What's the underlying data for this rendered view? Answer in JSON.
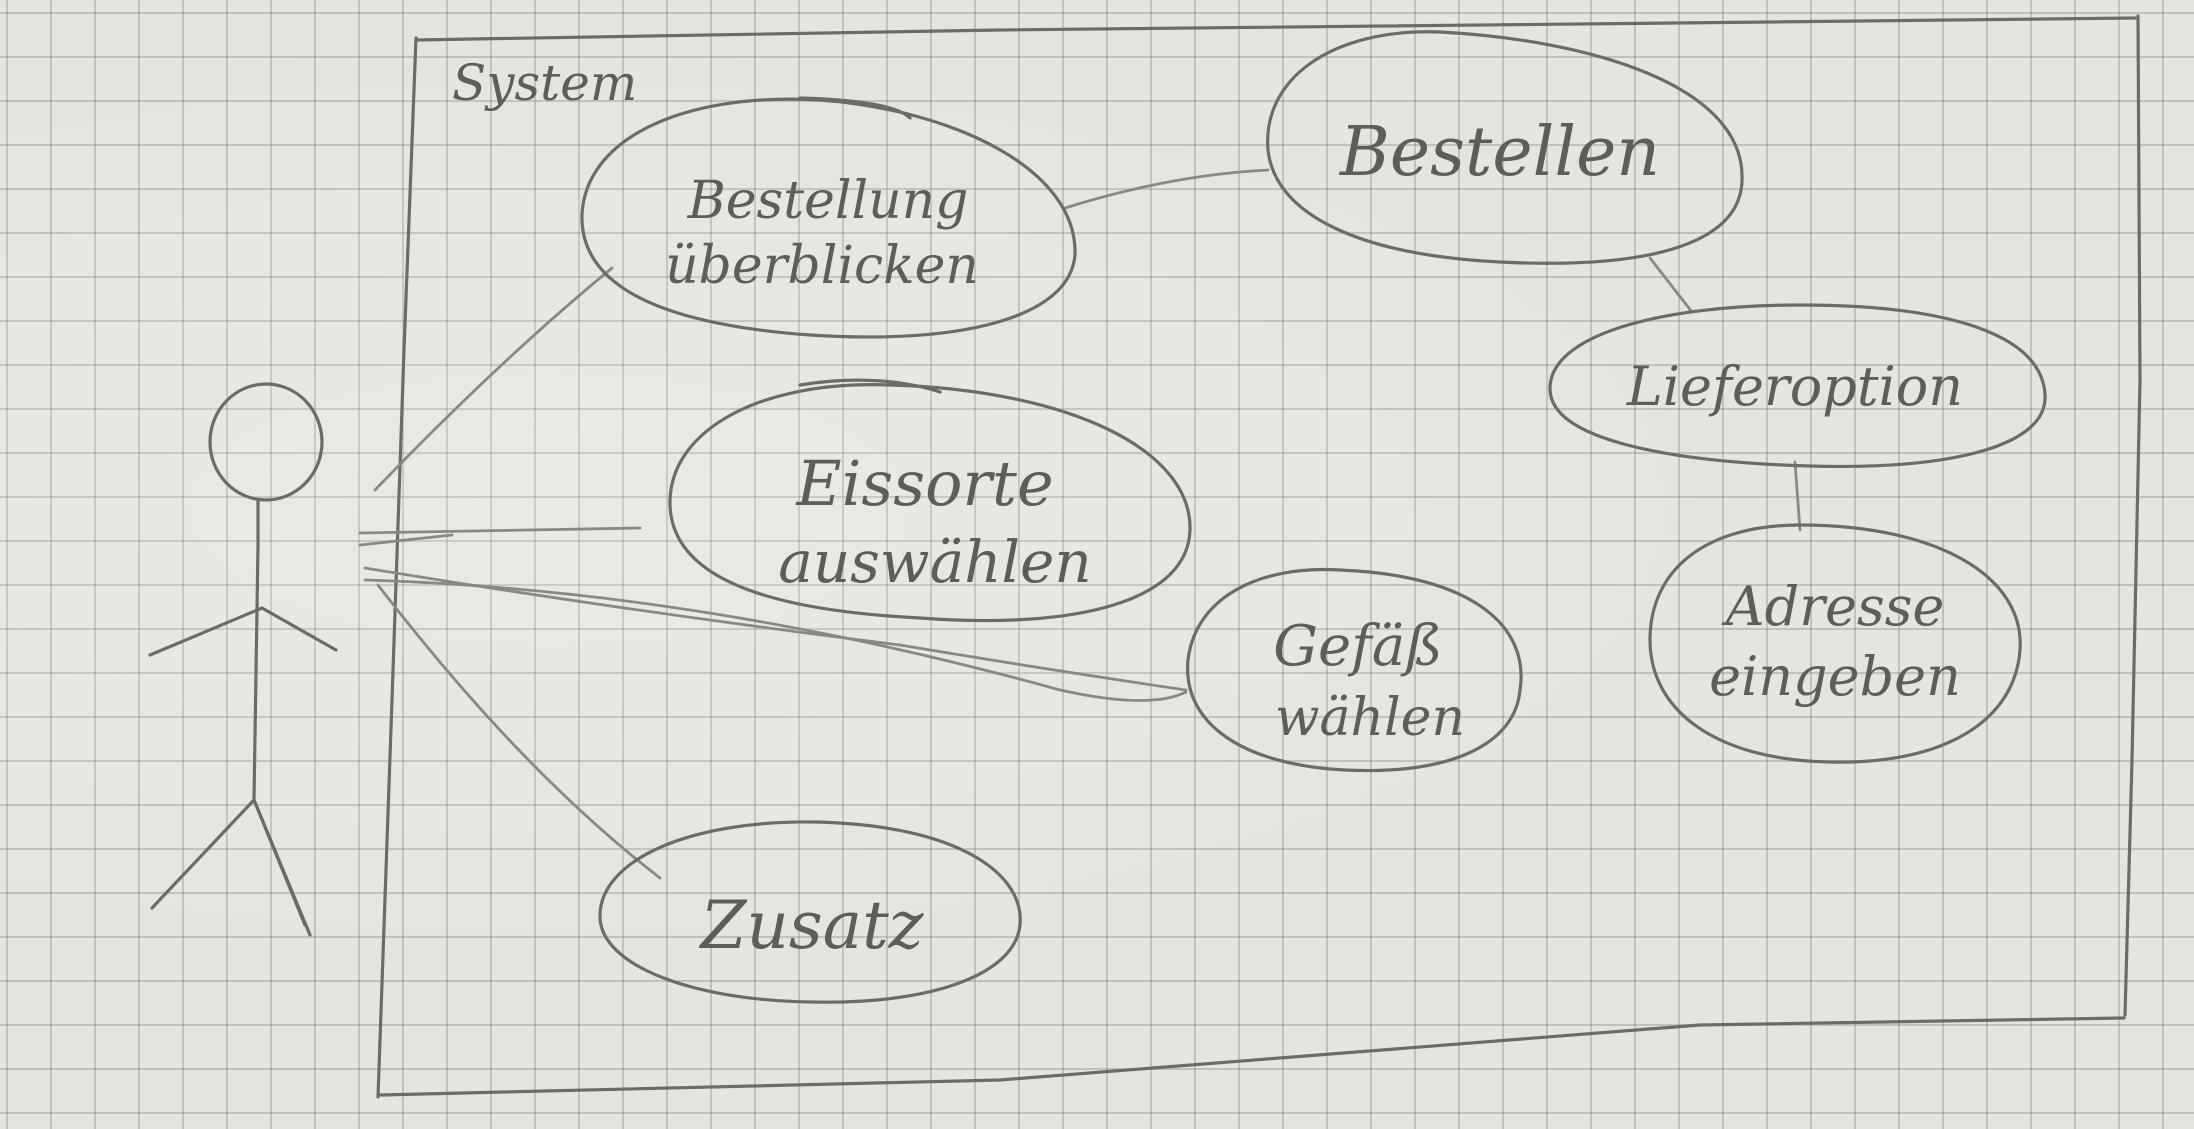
{
  "diagram": {
    "system_label": "System",
    "actor": {
      "label": ""
    },
    "use_cases": [
      {
        "id": "overview",
        "lines": [
          "Bestellung",
          "überblicken"
        ]
      },
      {
        "id": "order",
        "lines": [
          "Bestellen"
        ]
      },
      {
        "id": "flavor",
        "lines": [
          "Eissorte",
          "auswählen"
        ]
      },
      {
        "id": "container",
        "lines": [
          "Gefäß",
          "wählen"
        ]
      },
      {
        "id": "delivery",
        "lines": [
          "Lieferoption"
        ]
      },
      {
        "id": "address",
        "lines": [
          "Adresse",
          "eingeben"
        ]
      },
      {
        "id": "extra",
        "lines": [
          "Zusatz"
        ]
      }
    ],
    "associations": [
      {
        "from": "actor",
        "to": "overview"
      },
      {
        "from": "actor",
        "to": "flavor"
      },
      {
        "from": "actor",
        "to": "container"
      },
      {
        "from": "actor",
        "to": "extra"
      },
      {
        "from": "overview",
        "to": "order"
      },
      {
        "from": "order",
        "to": "delivery"
      },
      {
        "from": "delivery",
        "to": "address"
      }
    ]
  }
}
